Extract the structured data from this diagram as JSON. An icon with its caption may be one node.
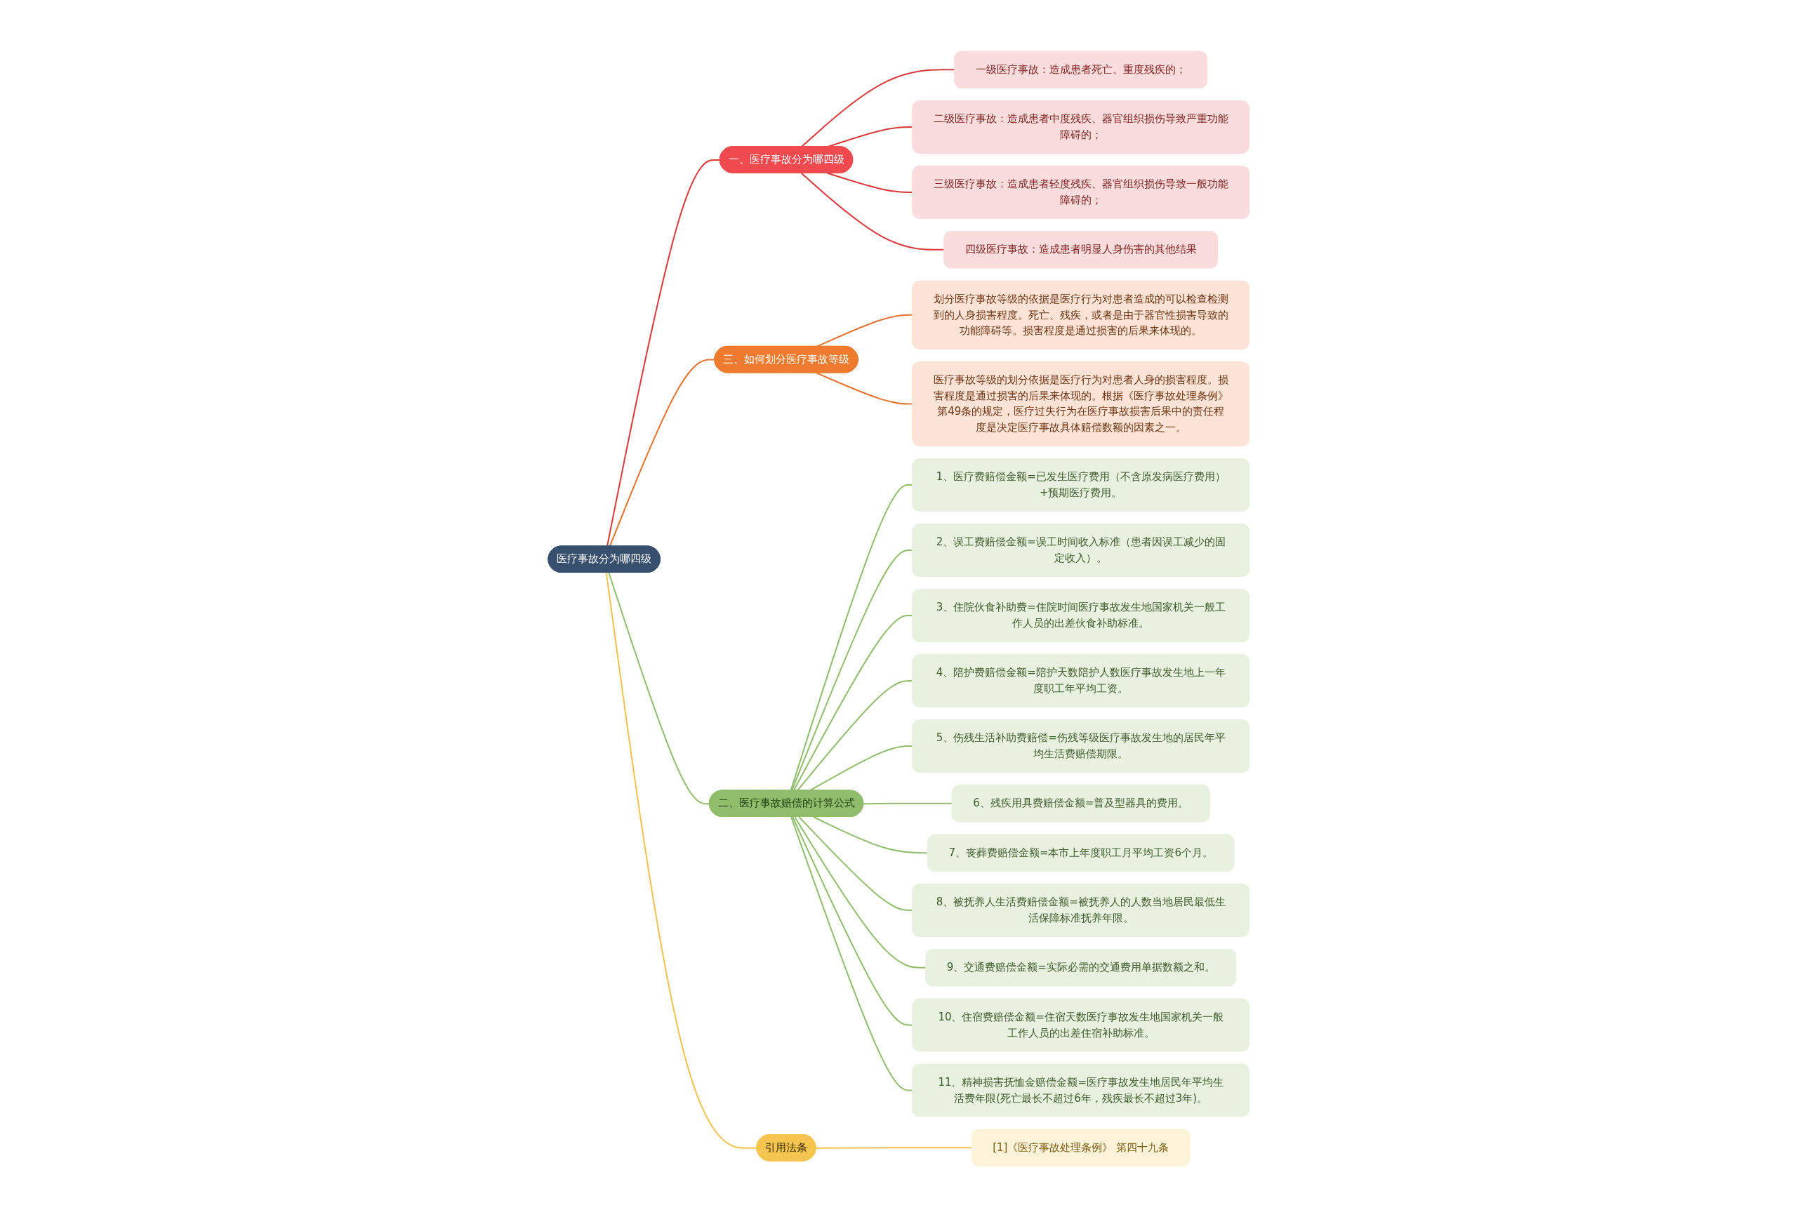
{
  "diagram": {
    "nodes": [
      {
        "text": [
          "医疗事故分为哪四级"
        ]
      },
      {
        "text": [
          "一、医疗事故分为哪四级"
        ]
      },
      {
        "text": [
          "一级医疗事故：造成患者死亡、重度残疾的；"
        ]
      },
      {
        "text": [
          "二级医疗事故：造成患者中度残疾、器官组织损伤导致严重功能障碍的；"
        ]
      },
      {
        "text": [
          "三级医疗事故：造成患者轻度残疾、器官组织损伤导致一般功能障碍的；"
        ]
      },
      {
        "text": [
          "四级医疗事故：造成患者明显人身伤害的其他结果"
        ]
      },
      {
        "text": [
          "三、如何划分医疗事故等级"
        ]
      },
      {
        "text": [
          "划分医疗事故等级的依据是医疗行为对患者造成的可以检查检测到的人身损害程度。死亡、残疾，或者是由于器官性损害导致的功能障碍等。损害程度是通过损害的后果来体现的。"
        ]
      },
      {
        "text": [
          "医疗事故等级的划分依据是医疗行为对患者人身的损害程度。损害程度是通过损害的后果来体现的。根据《医疗事故处理条例》第49条的规定，医疗过失行为在医疗事故损害后果中的责任程度是决定医疗事故具体赔偿数额的因素之一。"
        ]
      },
      {
        "text": [
          "二、医疗事故赔偿的计算公式"
        ]
      },
      {
        "text": [
          "1、医疗费赔偿金额=已发生医疗费用（不含原发病医疗费用）+预期医疗费用。"
        ]
      },
      {
        "text": [
          "2、误工费赔偿金额=误工时间收入标准（患者因误工减少的固定收入）。"
        ]
      },
      {
        "text": [
          "3、住院伙食补助费=住院时间医疗事故发生地国家机关一般工作人员的出差伙食补助标准。"
        ]
      },
      {
        "text": [
          "4、陪护费赔偿金额=陪护天数陪护人数医疗事故发生地上一年度职工年平均工资。"
        ]
      },
      {
        "text": [
          "5、伤残生活补助费赔偿=伤残等级医疗事故发生地的居民年平均生活费赔偿期限。"
        ]
      },
      {
        "text": [
          "6、残疾用具费赔偿金额=普及型器具的费用。"
        ]
      },
      {
        "text": [
          "7、丧葬费赔偿金额=本市上年度职工月平均工资6个月。"
        ]
      },
      {
        "text": [
          "8、被抚养人生活费赔偿金额=被抚养人的人数当地居民最低生活保障标准抚养年限。"
        ]
      },
      {
        "text": [
          "9、交通费赔偿金额=实际必需的交通费用单据数额之和。"
        ]
      },
      {
        "text": [
          "10、住宿费赔偿金额=住宿天数医疗事故发生地国家机关一般工作人员的出差住宿补助标准。"
        ]
      },
      {
        "text": [
          "11、精神损害抚恤金赔偿金额=医疗事故发生地居民年平均生活费年限(死亡最长不超过6年，残疾最长不超过3年)。"
        ]
      },
      {
        "text": [
          "引用法条"
        ]
      },
      {
        "text": [
          "[1]《医疗事故处理条例》 第四十九条"
        ]
      }
    ],
    "edges": [
      {
        "from": 0,
        "to": 1,
        "arrow": "none",
        "color": "#d9383a"
      },
      {
        "from": 1,
        "to": 2,
        "arrow": "none",
        "color": "#d9383a"
      },
      {
        "from": 1,
        "to": 3,
        "arrow": "none",
        "color": "#d9383a"
      },
      {
        "from": 1,
        "to": 4,
        "arrow": "none",
        "color": "#d9383a"
      },
      {
        "from": 1,
        "to": 5,
        "arrow": "none",
        "color": "#d9383a"
      },
      {
        "from": 0,
        "to": 6,
        "arrow": "none",
        "color": "#e2722d"
      },
      {
        "from": 6,
        "to": 7,
        "arrow": "none",
        "color": "#e2722d"
      },
      {
        "from": 6,
        "to": 8,
        "arrow": "none",
        "color": "#e2722d"
      },
      {
        "from": 0,
        "to": 9,
        "arrow": "none"
      },
      {
        "from": 9,
        "to": 10,
        "arrow": "none"
      },
      {
        "from": 9,
        "to": 11,
        "arrow": "none"
      },
      {
        "from": 9,
        "to": 12,
        "arrow": "none"
      },
      {
        "from": 9,
        "to": 13,
        "arrow": "none"
      },
      {
        "from": 9,
        "to": 14,
        "arrow": "none"
      },
      {
        "from": 9,
        "to": 15,
        "arrow": "none"
      },
      {
        "from": 9,
        "to": 16,
        "arrow": "none"
      },
      {
        "from": 9,
        "to": 17,
        "arrow": "none"
      },
      {
        "from": 9,
        "to": 18,
        "arrow": "none"
      },
      {
        "from": 9,
        "to": 19,
        "arrow": "none"
      },
      {
        "from": 9,
        "to": 20,
        "arrow": "none"
      },
      {
        "from": 0,
        "to": 21,
        "arrow": "none",
        "color": "#f2c14e"
      },
      {
        "from": 21,
        "to": 22,
        "arrow": "none",
        "color": "#f2c14e"
      }
    ]
  }
}
